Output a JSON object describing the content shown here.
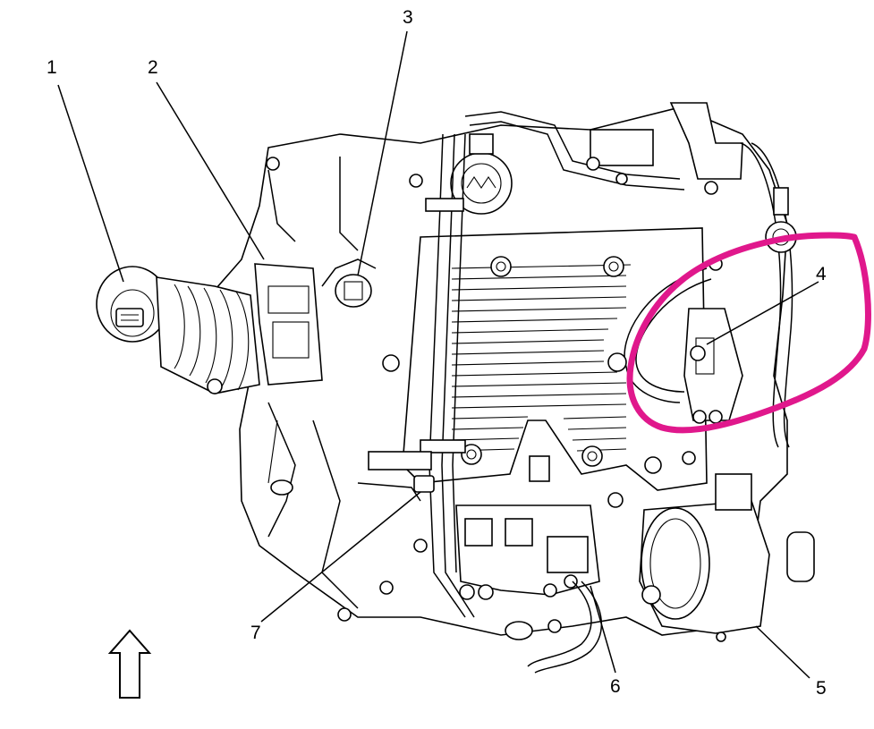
{
  "diagram": {
    "callouts": [
      {
        "id": "1",
        "label": "1"
      },
      {
        "id": "2",
        "label": "2"
      },
      {
        "id": "3",
        "label": "3"
      },
      {
        "id": "4",
        "label": "4"
      },
      {
        "id": "5",
        "label": "5"
      },
      {
        "id": "6",
        "label": "6"
      },
      {
        "id": "7",
        "label": "7"
      }
    ],
    "colors": {
      "line": "#000000",
      "background": "#ffffff",
      "highlight_marker": "#e0188c"
    },
    "icons": {
      "direction_arrow": "up-arrow-icon"
    }
  }
}
